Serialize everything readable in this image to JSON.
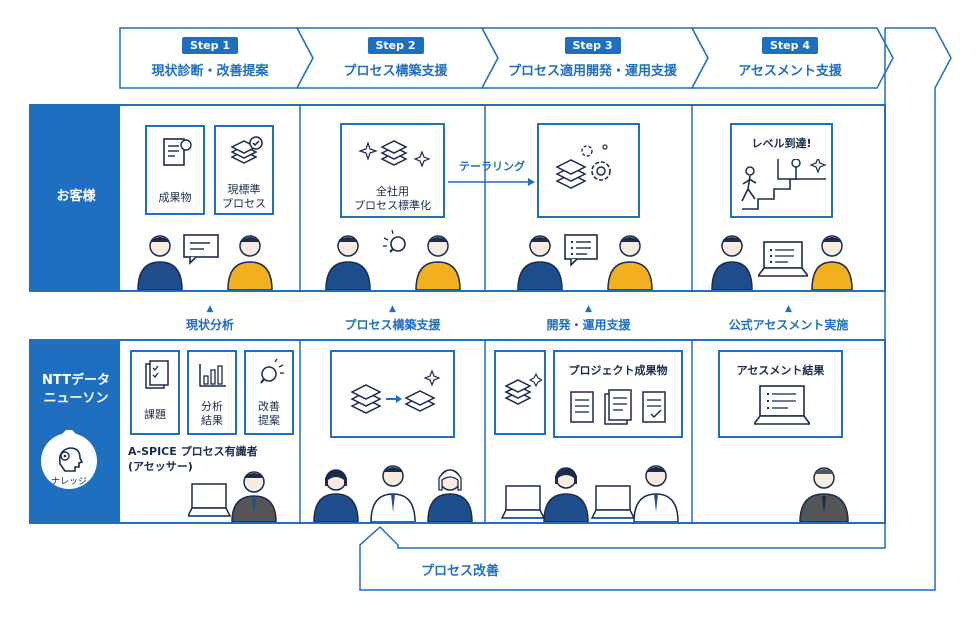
{
  "steps": [
    {
      "badge": "Step 1",
      "title": "現状診断・改善提案"
    },
    {
      "badge": "Step 2",
      "title": "プロセス構築支援"
    },
    {
      "badge": "Step 3",
      "title": "プロセス適用開発・運用支援"
    },
    {
      "badge": "Step 4",
      "title": "アセスメント支援"
    }
  ],
  "rows": {
    "customer": "お客様",
    "ntt_line1": "NTTデータ",
    "ntt_line2": "ニューソン"
  },
  "customer_cells": {
    "col1": {
      "item1": "成果物",
      "item2_line1": "現標準",
      "item2_line2": "プロセス"
    },
    "col2": {
      "line1": "全社用",
      "line2": "プロセス標準化"
    },
    "tailoring": "テーラリング",
    "col4": {
      "title": "レベル到達!"
    }
  },
  "mid_labels": [
    "現状分析",
    "プロセス構築支援",
    "開発・運用支援",
    "公式アセスメント実施"
  ],
  "ntt_cells": {
    "col1": {
      "item1": "課題",
      "item2_line1": "分析",
      "item2_line2": "結果",
      "item3_line1": "改善",
      "item3_line2": "提案",
      "assessor_line1": "A-SPICE プロセス有識者",
      "assessor_line2": "(アセッサー)",
      "knowledge": "ナレッジ"
    },
    "col3": {
      "title": "プロジェクト成果物"
    },
    "col4": {
      "title": "アセスメント結果"
    }
  },
  "loop_label": "プロセス改善",
  "colors": {
    "primary": "#1f6fc0",
    "dark": "#1a2b4c",
    "skin": "#f6ece2",
    "yellow": "#f2b01e",
    "navy": "#1f4e8c",
    "gray": "#555555"
  },
  "icons": [
    "certificate-doc-icon",
    "layers-check-icon",
    "layers-sparkle-icon",
    "layers-gear-icon",
    "stairs-climber-icon",
    "chat-icon",
    "lightbulb-icon",
    "checklist-chat-icon",
    "laptop-icon",
    "clipboard-icon",
    "bar-chart-icon",
    "bulb-icon",
    "layers-arrow-icon",
    "document-icon",
    "head-gear-icon"
  ]
}
